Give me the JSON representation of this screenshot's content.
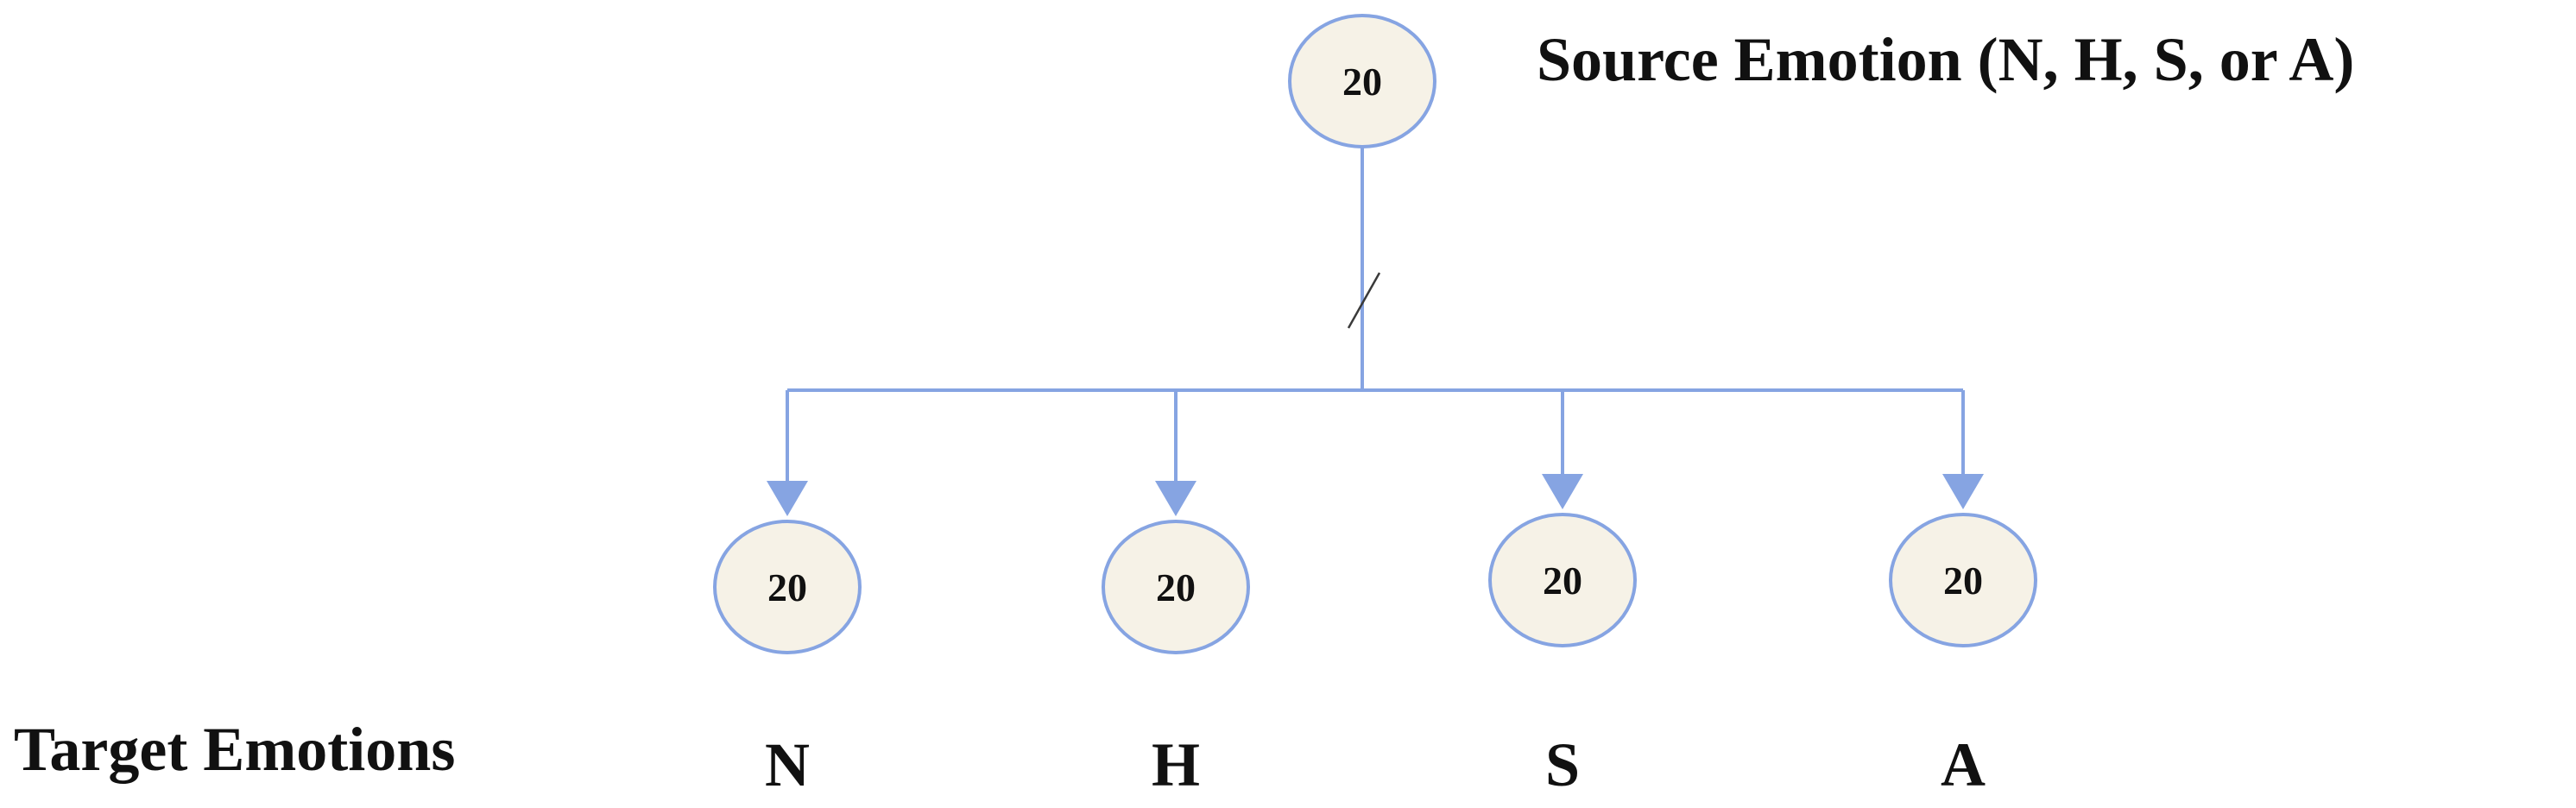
{
  "source": {
    "value": "20",
    "label": "Source Emotion (N, H, S, or A)"
  },
  "targets": {
    "title": "Target Emotions",
    "items": [
      {
        "value": "20",
        "letter": "N"
      },
      {
        "value": "20",
        "letter": "H"
      },
      {
        "value": "20",
        "letter": "S"
      },
      {
        "value": "20",
        "letter": "A"
      }
    ]
  },
  "colors": {
    "line": "#86a4e2",
    "node_fill": "#f6f2e7",
    "text": "#111111"
  }
}
